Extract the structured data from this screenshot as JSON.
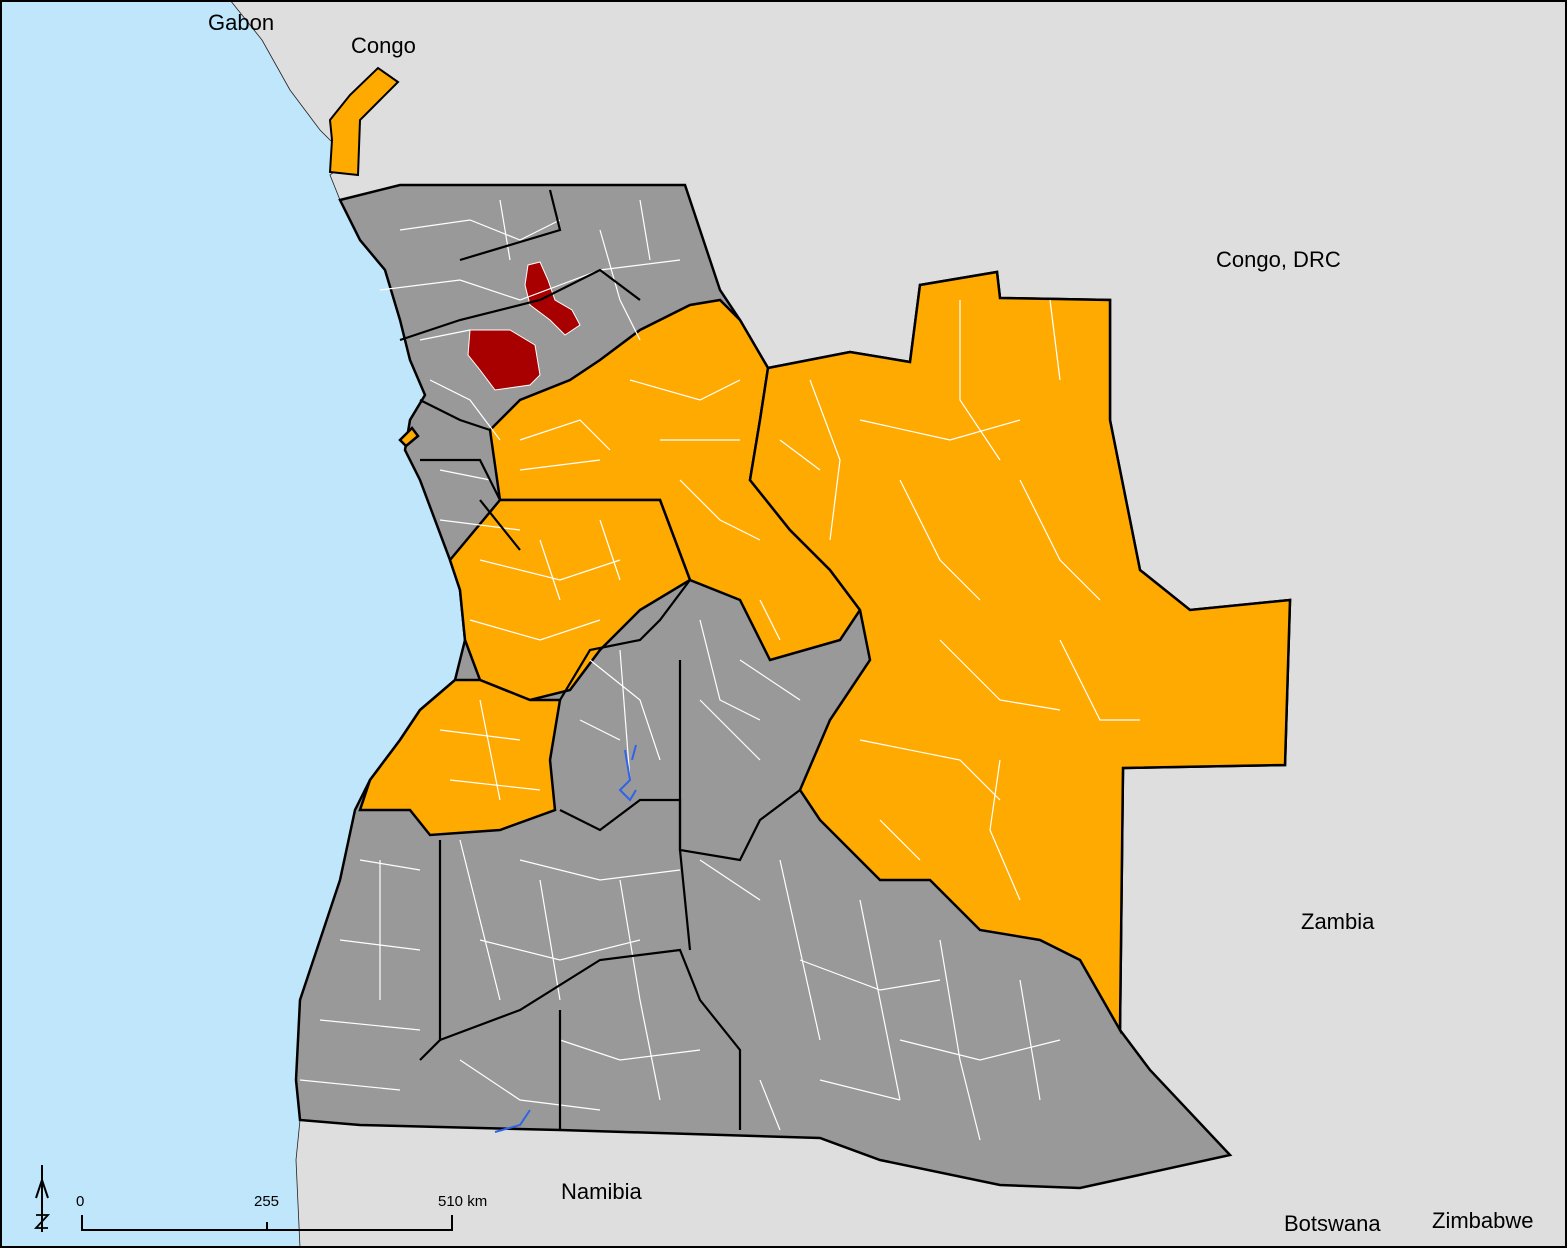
{
  "map": {
    "colors": {
      "ocean": "#bfe6fb",
      "land": "#dedede",
      "angola_base": "#999999",
      "highlight_orange": "#ffaa00",
      "highlight_darkred": "#a80000",
      "water_bodies": "#2f64e6",
      "admin_borders": "#ffffff",
      "province_borders": "#000000"
    },
    "country_labels": {
      "gabon": "Gabon",
      "congo": "Congo",
      "congo_drc": "Congo, DRC",
      "zambia": "Zambia",
      "namibia": "Namibia",
      "botswana": "Botswana",
      "zimbabwe": "Zimbabwe"
    },
    "scale_bar": {
      "tick_0": "0",
      "tick_1": "255",
      "tick_2": "510 km"
    },
    "north_arrow_icon": "north-arrow-icon"
  }
}
